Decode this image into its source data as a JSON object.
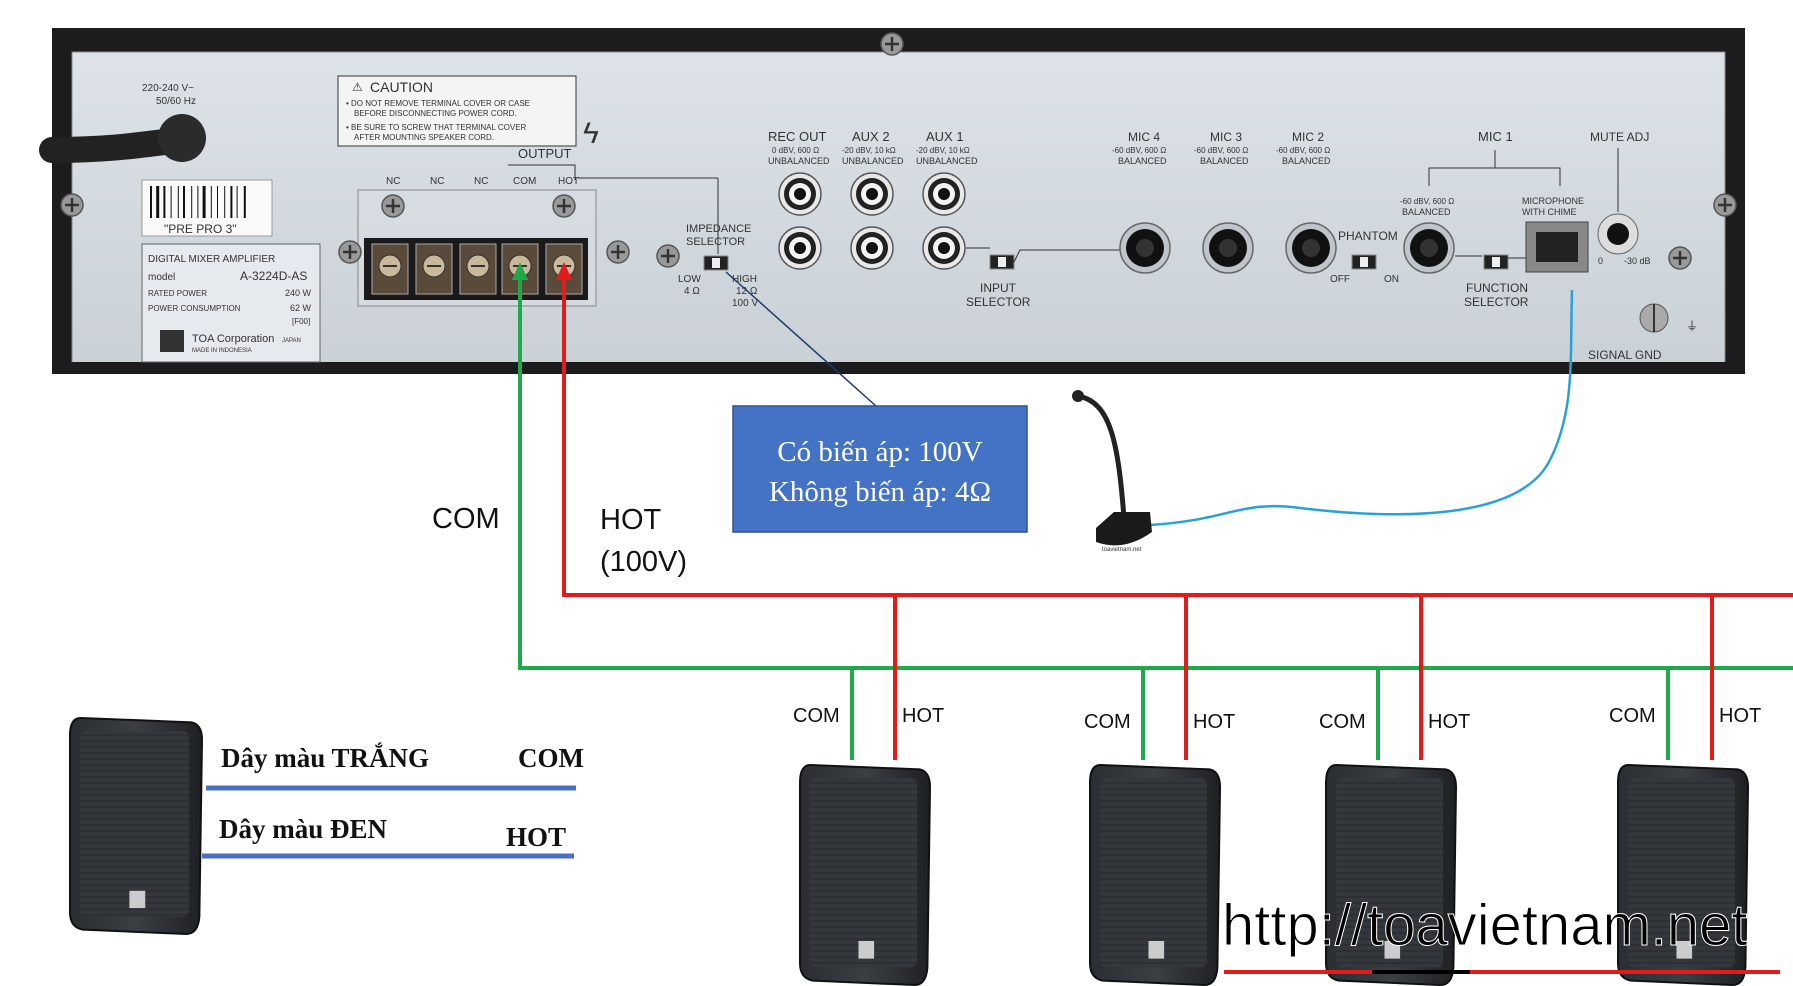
{
  "amplifier": {
    "power_input": [
      "220-240 V~",
      "50/60 Hz"
    ],
    "caution_title": "CAUTION",
    "caution_lines": [
      "• DO NOT REMOVE TERMINAL COVER OR CASE",
      "BEFORE DISCONNECTING POWER CORD.",
      "• BE SURE TO SCREW THAT TERMINAL COVER",
      "AFTER MOUNTING SPEAKER CORD."
    ],
    "barcode_text": "\"PRE PRO 3\"",
    "label": {
      "product": "DIGITAL MIXER AMPLIFIER",
      "model_key": "model",
      "model": "A-3224D-AS",
      "rated_power_key": "RATED POWER",
      "rated_power": "240 W",
      "power_consumption_key": "POWER CONSUMPTION",
      "power_consumption": "62 W",
      "code": "[F00]",
      "brand": "TOA Corporation",
      "brand_country": "JAPAN",
      "made_in": "MADE IN INDONESIA"
    },
    "output_label": "OUTPUT",
    "terminals": [
      "NC",
      "NC",
      "NC",
      "COM",
      "HOT"
    ],
    "impedance_selector": [
      "IMPEDANCE",
      "SELECTOR"
    ],
    "impedance_low": [
      "LOW",
      "4 Ω"
    ],
    "impedance_high": [
      "HIGH",
      "12 Ω",
      "100 V"
    ],
    "rec_out": {
      "title": "REC OUT",
      "spec": "0 dBV, 600 Ω",
      "type": "UNBALANCED"
    },
    "aux2": {
      "title": "AUX 2",
      "spec": "-20 dBV, 10 kΩ",
      "type": "UNBALANCED"
    },
    "aux1": {
      "title": "AUX 1",
      "spec": "-20 dBV, 10 kΩ",
      "type": "UNBALANCED"
    },
    "input_selector": [
      "INPUT",
      "SELECTOR"
    ],
    "mic4": {
      "title": "MIC 4",
      "spec": "-60 dBV, 600 Ω",
      "type": "BALANCED"
    },
    "mic3": {
      "title": "MIC 3",
      "spec": "-60 dBV, 600 Ω",
      "type": "BALANCED"
    },
    "mic2": {
      "title": "MIC 2",
      "spec": "-60 dBV, 600 Ω",
      "type": "BALANCED"
    },
    "phantom": "PHANTOM",
    "phantom_off": "OFF",
    "phantom_on": "ON",
    "mic1": {
      "title": "MIC 1",
      "spec": "-60 dBV, 600 Ω",
      "type": "BALANCED"
    },
    "mic_with_chime": [
      "MICROPHONE",
      "WITH CHIME"
    ],
    "function_selector": [
      "FUNCTION",
      "SELECTOR"
    ],
    "mute_adj": "MUTE ADJ",
    "mute_scale": [
      "0",
      "-30 dB"
    ],
    "signal_gnd": "SIGNAL GND"
  },
  "callout": {
    "line1": "Có biến áp: 100V",
    "line2": "Không biến áp: 4Ω"
  },
  "wiring": {
    "com_label": "COM",
    "hot_label": [
      "HOT",
      "(100V)"
    ]
  },
  "speakers": [
    {
      "com": "COM",
      "hot": "HOT"
    },
    {
      "com": "COM",
      "hot": "HOT"
    },
    {
      "com": "COM",
      "hot": "HOT"
    },
    {
      "com": "COM",
      "hot": "HOT"
    }
  ],
  "legend": {
    "white_wire": "Dây màu TRẮNG",
    "white_term": "COM",
    "black_wire": "Dây màu ĐEN",
    "black_term": "HOT"
  },
  "watermark": "http://toavietnam.net",
  "mic_tag": "toavietnam.net",
  "colors": {
    "hot_wire": "#e21b1b",
    "com_wire": "#1faa4a",
    "callout_fill": "#4472c4",
    "legend_line": "#4a6fc0",
    "mic_cable": "#2aa0d8"
  }
}
